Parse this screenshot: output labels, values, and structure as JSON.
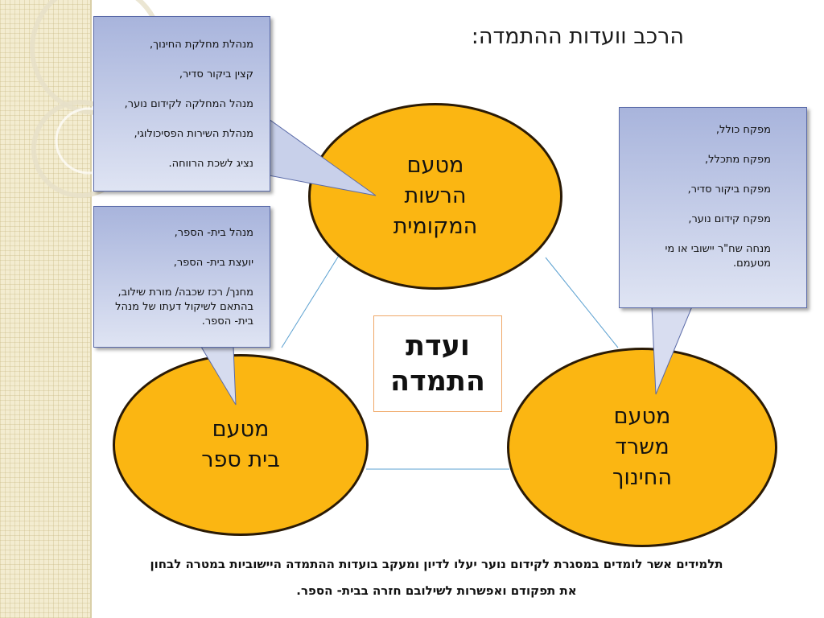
{
  "title": "הרכב וועדות ההתמדה:",
  "center": {
    "line1": "ועדת",
    "line2": "התמדה"
  },
  "nodes": {
    "local_authority": {
      "line1": "מטעם",
      "line2": "הרשות",
      "line3": "המקומית"
    },
    "school": {
      "line1": "מטעם",
      "line2": "בית ספר"
    },
    "ministry": {
      "line1": "מטעם",
      "line2": "משרד",
      "line3": "החינוך"
    }
  },
  "callouts": {
    "local_authority": [
      "מנהלת מחלקת החינוך,",
      "קצין ביקור סדיר,",
      "מנהל המחלקה לקידום נוער,",
      "מנהלת השירות הפסיכולוגי,",
      "נציג לשכת הרווחה."
    ],
    "school": [
      "מנהל בית- הספר,",
      "יועצת בית- הספר,",
      "מחנך/ רכז שכבה/ מורת שילוב, בהתאם לשיקול דעתו של מנהל בית- הספר."
    ],
    "ministry": [
      "מפקח כולל,",
      "מפקח מתכלל,",
      "מפקח ביקור סדיר,",
      "מפקח קידום נוער,",
      "מנחה שח\"ר יישובי או מי מטעמם."
    ]
  },
  "caption": {
    "line1": "תלמידים אשר לומדים במסגרת לקידום נוער יעלו לדיון ומעקב בועדות ההתמדה היישוביות במטרה לבחון",
    "line2": "את תפקודם ואפשרות לשילובם חזרה בבית- הספר."
  },
  "colors": {
    "ellipse_fill": "#fbb612",
    "callout_fill": "#c2cbe8",
    "connector": "#5aa0d0",
    "center_border": "#f0a868"
  }
}
